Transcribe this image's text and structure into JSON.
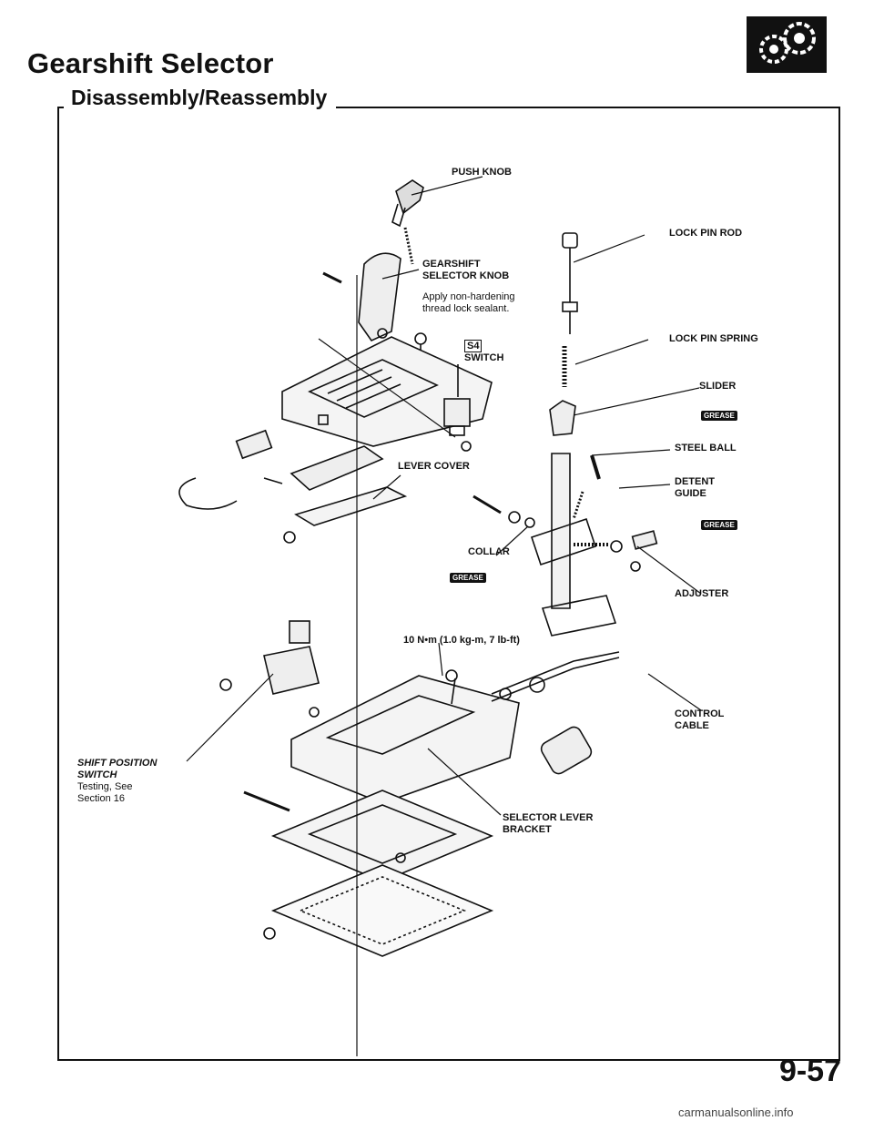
{
  "header": {
    "title": "Gearshift Selector",
    "subtitle": "Disassembly/Reassembly"
  },
  "labels": {
    "push_knob": "PUSH KNOB",
    "lock_pin_rod": "LOCK PIN ROD",
    "gearshift_knob": "GEARSHIFT\nSELECTOR KNOB",
    "sealant_note": "Apply non-hardening\nthread lock sealant.",
    "s4_badge": "S4",
    "s4_switch": "SWITCH",
    "lock_pin_spring": "LOCK PIN SPRING",
    "slider": "SLIDER",
    "steel_ball": "STEEL BALL",
    "lever_cover": "LEVER COVER",
    "detent_guide": "DETENT\nGUIDE",
    "collar": "COLLAR",
    "adjuster": "ADJUSTER",
    "torque": "10 N•m (1.0 kg-m, 7 lb-ft)",
    "control_cable": "CONTROL\nCABLE",
    "shift_switch_title": "SHIFT POSITION\nSWITCH",
    "shift_switch_note": "Testing, See\nSection 16",
    "selector_bracket": "SELECTOR LEVER\nBRACKET",
    "grease": "GREASE"
  },
  "footer": {
    "page_number": "9-57",
    "watermark": "carmanualsonline.info"
  },
  "icons": {
    "corner": "gear-icon"
  }
}
